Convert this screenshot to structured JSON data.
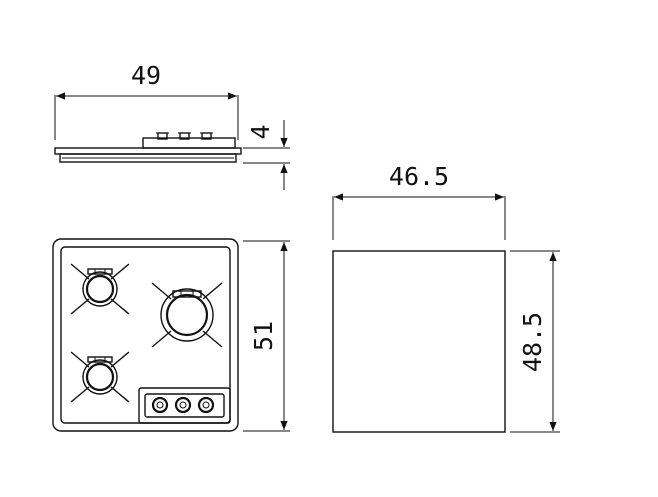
{
  "diagram": {
    "dimensions": {
      "hob_width": "49",
      "hob_height": "4",
      "cutout_width": "46.5",
      "hob_depth": "51",
      "cutout_depth": "48.5"
    },
    "colors": {
      "line": "#111111",
      "background": "#ffffff"
    },
    "icons": [
      "gas-burner-icon",
      "control-knob-icon"
    ]
  }
}
